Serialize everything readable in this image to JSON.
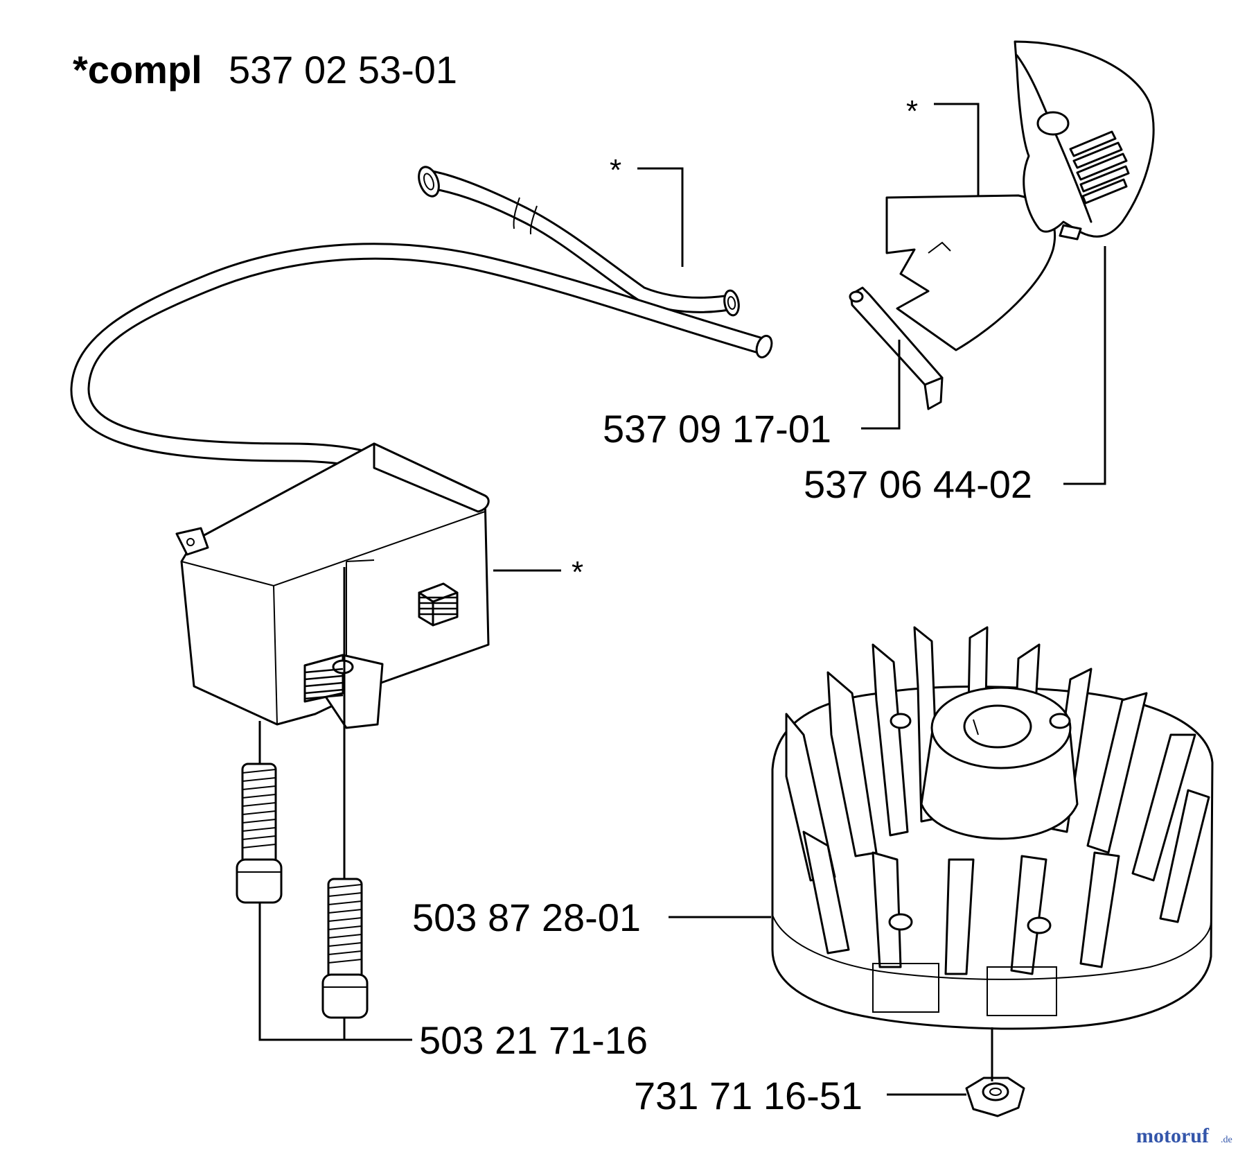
{
  "header": {
    "prefix": "*compl",
    "number": "537 02 53-01"
  },
  "part_numbers": {
    "strap": "537 09 17-01",
    "cover": "537 06 44-02",
    "flywheel": "503 87 28-01",
    "screws": "503 21 71-16",
    "nut": "731 71 16-51"
  },
  "asterisk": "*",
  "watermark": {
    "main": "motoruf",
    "suffix": ".de",
    "colors": [
      "#3355aa",
      "#cc3333",
      "#e8a020"
    ]
  }
}
